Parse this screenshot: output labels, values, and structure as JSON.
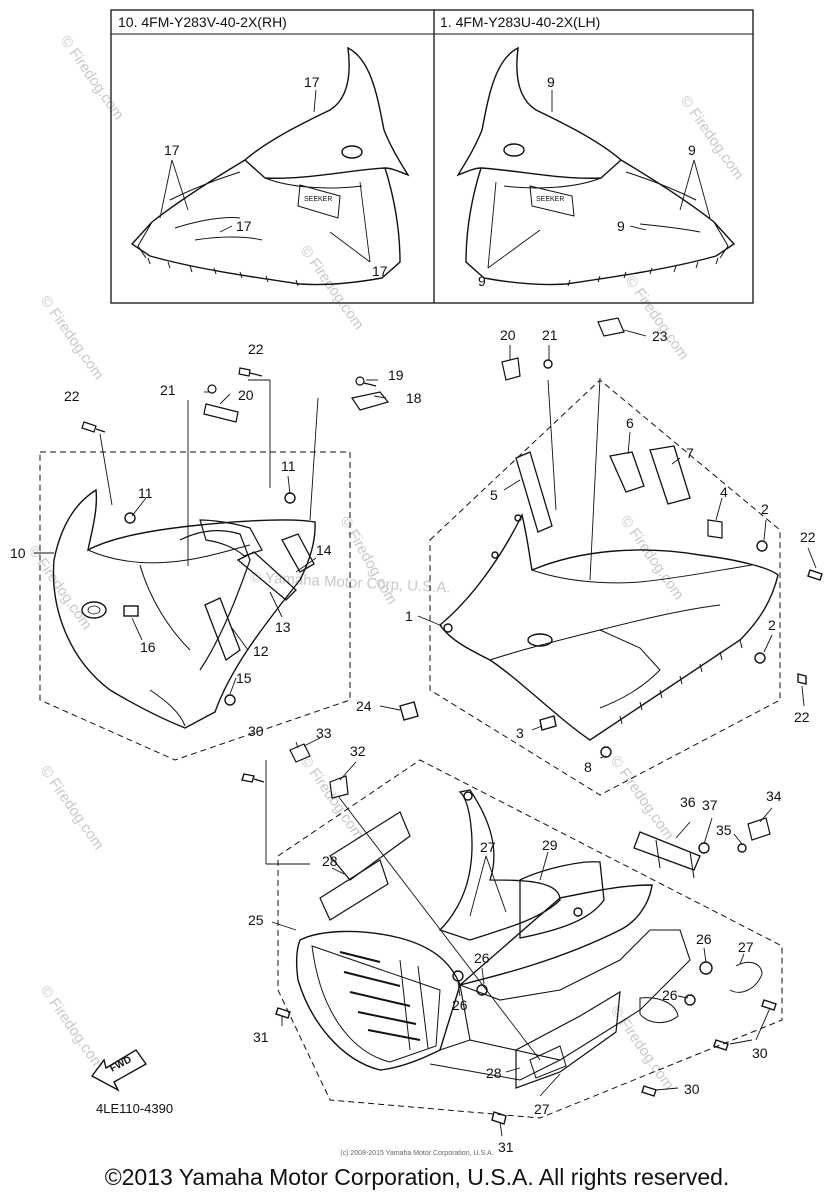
{
  "frames": {
    "rh": "10. 4FM-Y283V-40-2X(RH)",
    "lh": "1. 4FM-Y283U-40-2X(LH)"
  },
  "callouts": {
    "r17a": "17",
    "r17b": "17",
    "r17c": "17",
    "r17d": "17",
    "l9a": "9",
    "l9b": "9",
    "l9c": "9",
    "l9d": "9",
    "c1": "1",
    "c2a": "2",
    "c2b": "2",
    "c3": "3",
    "c4": "4",
    "c5": "5",
    "c6": "6",
    "c7": "7",
    "c8": "8",
    "c10": "10",
    "c11a": "11",
    "c11b": "11",
    "c12": "12",
    "c13": "13",
    "c14": "14",
    "c15": "15",
    "c16": "16",
    "c18": "18",
    "c19": "19",
    "c20a": "20",
    "c20b": "20",
    "c21a": "21",
    "c21b": "21",
    "c22a": "22",
    "c22b": "22",
    "c22c": "22",
    "c22d": "22",
    "c23": "23",
    "c24": "24",
    "c25": "25",
    "c26a": "26",
    "c26b": "26",
    "c26c": "26",
    "c26d": "26",
    "c27a": "27",
    "c27b": "27",
    "c27c": "27",
    "c28a": "28",
    "c28b": "28",
    "c29": "29",
    "c30a": "30",
    "c30b": "30",
    "c30c": "30",
    "c31a": "31",
    "c31b": "31",
    "c32": "32",
    "c33": "33",
    "c34": "34",
    "c35": "35",
    "c36": "36",
    "c37": "37"
  },
  "fwd_label": "FWD",
  "decal_text": "SEEKER",
  "watermark": "© Firedog.com",
  "watermark_center": "© Yamaha Motor Corp, U.S.A.",
  "diagram_code": "4LE110-4390",
  "fine_print": "(c) 2008-2015 Yamaha Motor Corporation, U.S.A.",
  "copyright": "©2013 Yamaha Motor Corporation, U.S.A. All rights reserved."
}
